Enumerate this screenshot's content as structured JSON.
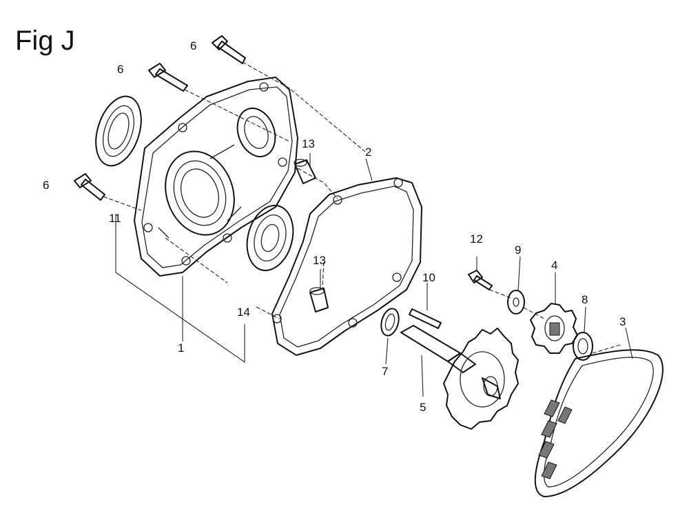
{
  "figure": {
    "title": "Fig J"
  },
  "callouts": {
    "c1": "1",
    "c2": "2",
    "c3": "3",
    "c4": "4",
    "c5": "5",
    "c6": "6",
    "c7": "7",
    "c8": "8",
    "c9": "9",
    "c10": "10",
    "c11": "11",
    "c12": "12",
    "c13": "13",
    "c14": "14"
  }
}
